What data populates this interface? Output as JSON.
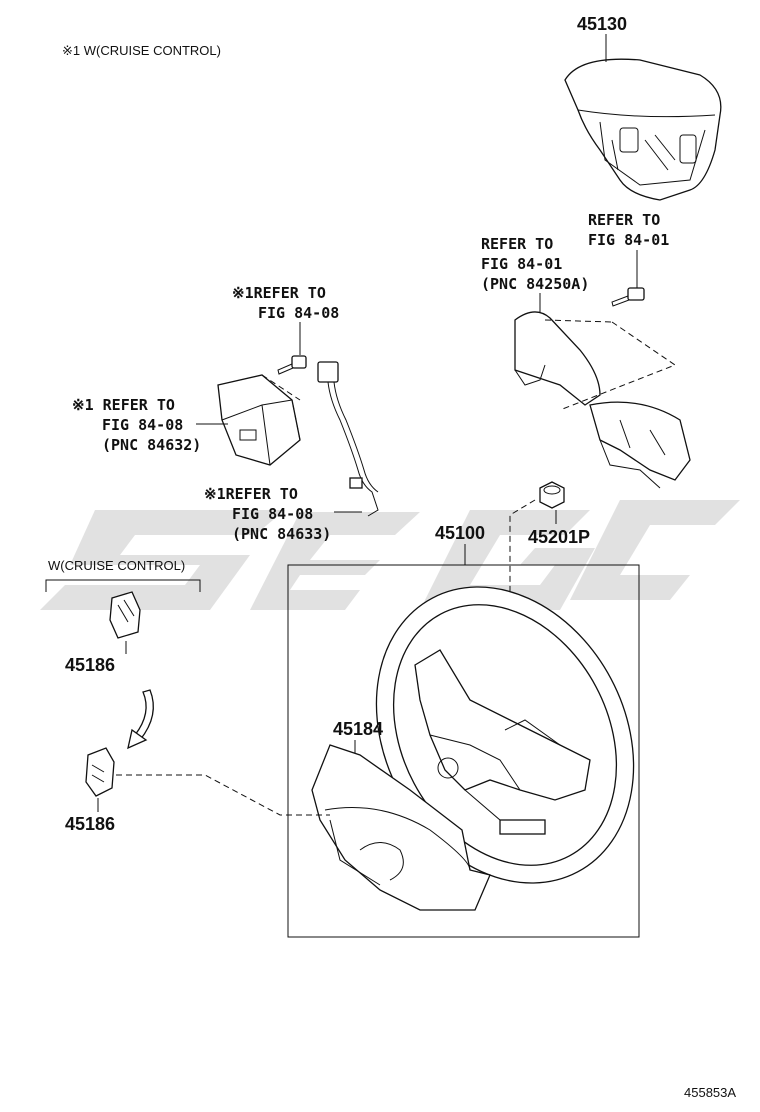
{
  "notes": {
    "cruise_footnote": "※1 W(CRUISE CONTROL)",
    "cruise_group_label": "W(CRUISE CONTROL)"
  },
  "callouts": {
    "horn_pad_ref": [
      "REFER TO",
      "FIG 84-01"
    ],
    "spoke_cover_ref": [
      "REFER TO",
      "FIG 84-01",
      "(PNC 84250A)"
    ],
    "cruise_bolt_ref": [
      "※1REFER TO",
      "FIG 84-08"
    ],
    "cruise_switch_ref": [
      "※1 REFER TO",
      "FIG 84-08",
      "(PNC 84632)"
    ],
    "cruise_harness_ref": [
      "※1REFER TO",
      "FIG 84-08",
      "(PNC 84633)"
    ]
  },
  "parts": {
    "p45130": "45130",
    "p45100": "45100",
    "p45201p": "45201P",
    "p45184": "45184",
    "p45186_top": "45186",
    "p45186_bottom": "45186"
  },
  "illustration_code": "455853A",
  "watermark": "SGC"
}
